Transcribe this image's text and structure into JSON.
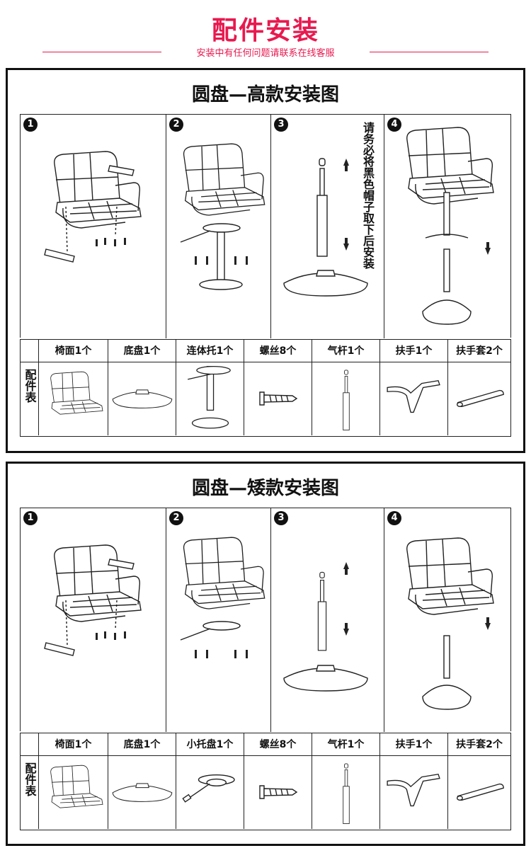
{
  "header": {
    "title": "配件安装",
    "subtitle": "安装中有任何问题请联系在线客服"
  },
  "colors": {
    "accent": "#e8194f",
    "line": "#222222"
  },
  "panels": [
    {
      "title": "圆盘—高款安装图",
      "steps": [
        "1",
        "2",
        "3",
        "4"
      ],
      "note": "请务必将黑色帽子取下后安装",
      "parts_side_label": "配件表",
      "parts": [
        "椅面1个",
        "底盘1个",
        "连体托1个",
        "螺丝8个",
        "气杆1个",
        "扶手1个",
        "扶手套2个"
      ]
    },
    {
      "title": "圆盘—矮款安装图",
      "steps": [
        "1",
        "2",
        "3",
        "4"
      ],
      "parts_side_label": "配件表",
      "parts": [
        "椅面1个",
        "底盘1个",
        "小托盘1个",
        "螺丝8个",
        "气杆1个",
        "扶手1个",
        "扶手套2个"
      ]
    }
  ]
}
